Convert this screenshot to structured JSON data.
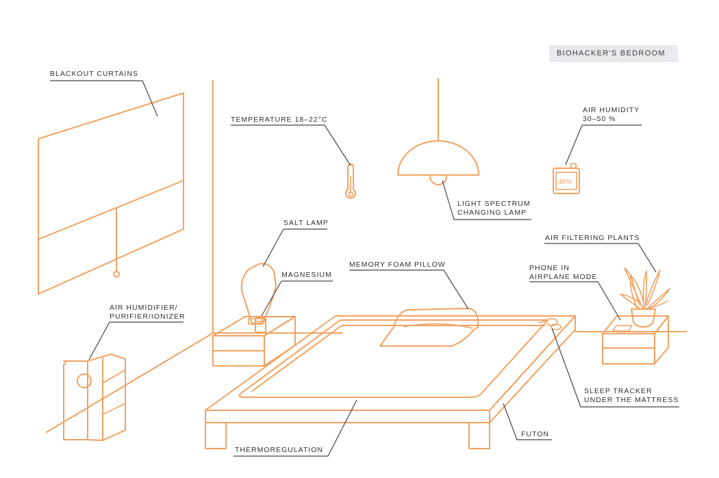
{
  "title": "BIOHACKER'S BEDROOM",
  "labels": {
    "blackout_curtains": "BLACKOUT CURTAINS",
    "temperature": "TEMPERATURE 18–22°C",
    "air_humidity_line1": "AIR HUMIDITY",
    "air_humidity_line2": "30–50 %",
    "humidity_display": "40%",
    "light_lamp_line1": "LIGHT SPECTRUM",
    "light_lamp_line2": "CHANGING LAMP",
    "salt_lamp": "SALT LAMP",
    "magnesium": "MAGNESIUM",
    "memory_foam_pillow": "MEMORY FOAM PILLOW",
    "air_filtering_plants": "AIR FILTERING PLANTS",
    "phone_line1": "PHONE IN",
    "phone_line2": "AIRPLANE MODE",
    "humidifier_line1": "AIR HUMIDIFIER/",
    "humidifier_line2": "PURIFIER/IONIZER",
    "sleep_tracker_line1": "SLEEP TRACKER",
    "sleep_tracker_line2": "UNDER THE MATTRESS",
    "futon": "FUTON",
    "thermoregulation": "THERMOREGULATION"
  },
  "colors": {
    "line": "#f2a15f",
    "text": "#2f2f2f",
    "leader": "#444444",
    "title_bg": "#e9e9ee"
  }
}
